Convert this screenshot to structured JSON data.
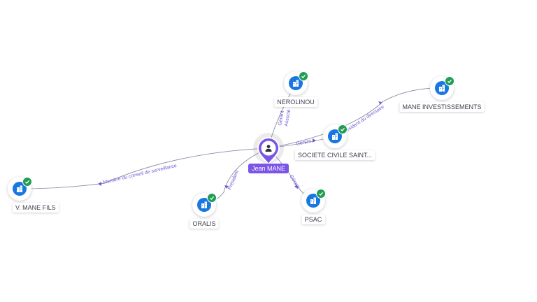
{
  "person": {
    "name": "Jean MANE",
    "icon": "user-icon",
    "color": "#7b54e8"
  },
  "companies": [
    {
      "id": "nerolinou",
      "name": "NEROLINOU",
      "icon": "company-building-icon",
      "status": "verified-check-icon"
    },
    {
      "id": "mane-investissements",
      "name": "MANE INVESTISSEMENTS",
      "icon": "company-building-icon",
      "status": "verified-check-icon"
    },
    {
      "id": "societe-civile",
      "name": "SOCIETE CIVILE SAINT...",
      "icon": "company-building-icon",
      "status": "verified-check-icon"
    },
    {
      "id": "mane-fils",
      "name": "V. MANE FILS",
      "icon": "company-building-icon",
      "status": "verified-check-icon"
    },
    {
      "id": "oralis",
      "name": "ORALIS",
      "icon": "company-building-icon",
      "status": "verified-check-icon"
    },
    {
      "id": "psac",
      "name": "PSAC",
      "icon": "company-building-icon",
      "status": "verified-check-icon"
    }
  ],
  "relations": [
    {
      "to": "nerolinou",
      "labels": [
        "Gérant",
        "Associé"
      ]
    },
    {
      "to": "mane-investissements",
      "labels": [
        "Président du directoire"
      ]
    },
    {
      "to": "societe-civile",
      "labels": [
        "Gérant"
      ]
    },
    {
      "to": "mane-fils",
      "labels": [
        "Membre du conseil de surveillance"
      ]
    },
    {
      "to": "oralis",
      "labels": [
        "Président"
      ]
    },
    {
      "to": "psac",
      "labels": [
        "Gérant"
      ]
    }
  ],
  "colors": {
    "company": "#1877e0",
    "check": "#1f9d55",
    "edge": "#8a8fa3",
    "edge_label": "#6b5bd6"
  }
}
